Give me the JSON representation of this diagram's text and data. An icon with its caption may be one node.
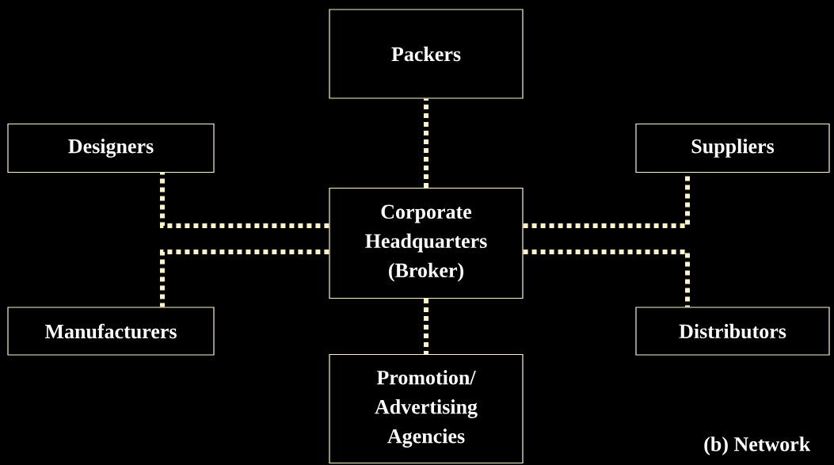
{
  "diagram": {
    "nodes": [
      {
        "text": [
          "Packers"
        ]
      },
      {
        "text": [
          "Designers"
        ]
      },
      {
        "text": [
          "Suppliers"
        ]
      },
      {
        "text": [
          "Corporate Headquarters (Broker)"
        ]
      },
      {
        "text": [
          "Manufacturers"
        ]
      },
      {
        "text": [
          "Distributors"
        ]
      },
      {
        "text": [
          "Promotion/ Advertising Agencies"
        ]
      }
    ],
    "edges": [
      {
        "from": 3,
        "to": 0,
        "arrow": "none"
      },
      {
        "from": 3,
        "to": 1,
        "arrow": "none"
      },
      {
        "from": 3,
        "to": 2,
        "arrow": "none"
      },
      {
        "from": 3,
        "to": 4,
        "arrow": "none"
      },
      {
        "from": 3,
        "to": 5,
        "arrow": "none"
      },
      {
        "from": 3,
        "to": 6,
        "arrow": "none"
      }
    ],
    "labels": [
      "(b) Network"
    ]
  }
}
